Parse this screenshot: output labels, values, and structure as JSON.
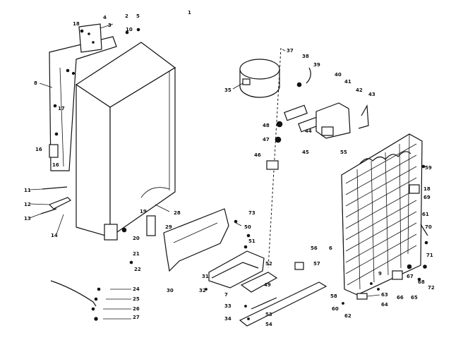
{
  "title_mark": "1",
  "labels": [
    {
      "id": "a1",
      "text": "18"
    },
    {
      "id": "a2",
      "text": "4"
    },
    {
      "id": "a3",
      "text": "3"
    },
    {
      "id": "a4",
      "text": "2"
    },
    {
      "id": "a5",
      "text": "5"
    },
    {
      "id": "a6",
      "text": "8"
    },
    {
      "id": "a7",
      "text": "17"
    },
    {
      "id": "a8",
      "text": "16"
    },
    {
      "id": "a9",
      "text": "11"
    },
    {
      "id": "a10",
      "text": "12"
    },
    {
      "id": "a11",
      "text": "13"
    },
    {
      "id": "a12",
      "text": "14"
    },
    {
      "id": "a13",
      "text": "28"
    },
    {
      "id": "a14",
      "text": "19"
    },
    {
      "id": "a15",
      "text": "29"
    },
    {
      "id": "a16",
      "text": "20"
    },
    {
      "id": "a17",
      "text": "21"
    },
    {
      "id": "a18",
      "text": "22"
    },
    {
      "id": "a19",
      "text": "30"
    },
    {
      "id": "a20",
      "text": "24"
    },
    {
      "id": "a21",
      "text": "25"
    },
    {
      "id": "a22",
      "text": "26"
    },
    {
      "id": "a23",
      "text": "27"
    },
    {
      "id": "a24",
      "text": "37"
    },
    {
      "id": "a25",
      "text": "35"
    },
    {
      "id": "a26",
      "text": "38"
    },
    {
      "id": "a27",
      "text": "39"
    },
    {
      "id": "a28",
      "text": "40"
    },
    {
      "id": "a29",
      "text": "41"
    },
    {
      "id": "a30",
      "text": "42"
    },
    {
      "id": "a31",
      "text": "43"
    },
    {
      "id": "a32",
      "text": "48"
    },
    {
      "id": "a33",
      "text": "47"
    },
    {
      "id": "a34",
      "text": "46"
    },
    {
      "id": "a35",
      "text": "44"
    },
    {
      "id": "a36",
      "text": "45"
    },
    {
      "id": "a37",
      "text": "55"
    },
    {
      "id": "a38",
      "text": "73"
    },
    {
      "id": "a39",
      "text": "50"
    },
    {
      "id": "a40",
      "text": "51"
    },
    {
      "id": "a41",
      "text": "52"
    },
    {
      "id": "a42",
      "text": "31"
    },
    {
      "id": "a43",
      "text": "32"
    },
    {
      "id": "a44",
      "text": "7"
    },
    {
      "id": "a45",
      "text": "33"
    },
    {
      "id": "a46",
      "text": "34"
    },
    {
      "id": "a47",
      "text": "49"
    },
    {
      "id": "a48",
      "text": "53"
    },
    {
      "id": "a49",
      "text": "54"
    },
    {
      "id": "a50",
      "text": "57"
    },
    {
      "id": "a51",
      "text": "56"
    },
    {
      "id": "a52",
      "text": "58"
    },
    {
      "id": "a53",
      "text": "60"
    },
    {
      "id": "a54",
      "text": "62"
    },
    {
      "id": "a55",
      "text": "63"
    },
    {
      "id": "a56",
      "text": "64"
    },
    {
      "id": "a57",
      "text": "66"
    },
    {
      "id": "a58",
      "text": "65"
    },
    {
      "id": "a59",
      "text": "67"
    },
    {
      "id": "a60",
      "text": "68"
    },
    {
      "id": "a61",
      "text": "72"
    },
    {
      "id": "a62",
      "text": "71"
    },
    {
      "id": "a63",
      "text": "70"
    },
    {
      "id": "a64",
      "text": "69"
    },
    {
      "id": "a65",
      "text": "18"
    },
    {
      "id": "a66",
      "text": "59"
    },
    {
      "id": "a67",
      "text": "6"
    },
    {
      "id": "a68",
      "text": "9"
    },
    {
      "id": "a69",
      "text": "10"
    },
    {
      "id": "a70",
      "text": "16"
    },
    {
      "id": "a71",
      "text": "61"
    }
  ]
}
